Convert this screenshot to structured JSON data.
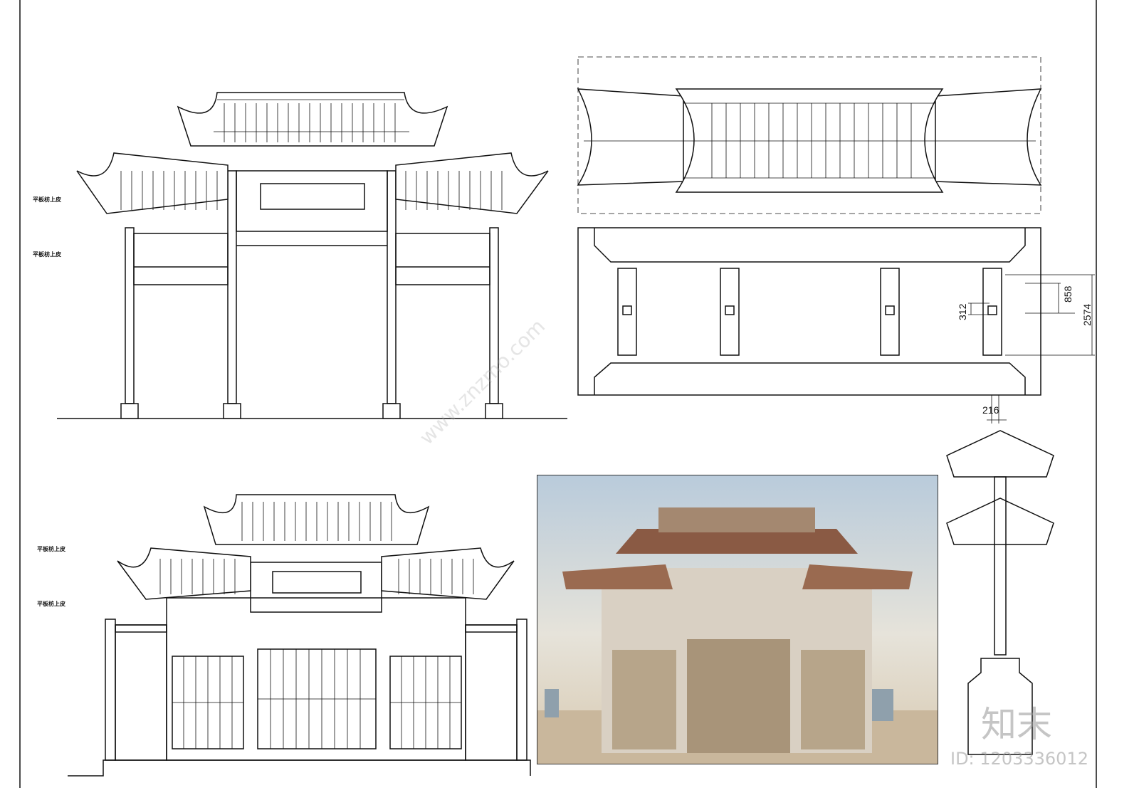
{
  "drawing": {
    "front_elevation": {
      "level_labels": [
        "平板枋上皮",
        "平板枋上皮"
      ]
    },
    "gate_elevation": {
      "level_labels": [
        "平板枋上皮",
        "平板枋上皮"
      ]
    },
    "plan": {
      "dimensions": [
        "858",
        "2574",
        "312"
      ]
    },
    "section": {
      "dimensions": [
        "216"
      ]
    }
  },
  "watermark": {
    "logo": "知末",
    "id_text": "ID: 1203336012",
    "site": "www.znzmo.com"
  }
}
